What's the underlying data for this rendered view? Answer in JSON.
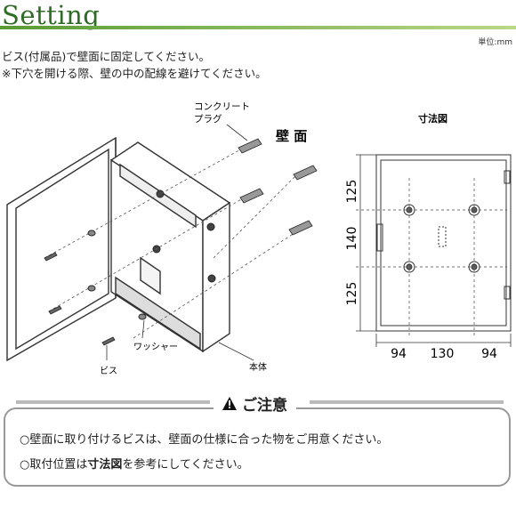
{
  "title": "Setting",
  "unit": "単位:mm",
  "instructions": [
    "ビス(付属品)で壁面に固定してください。",
    "※下穴を開ける際、壁の中の配線を避けてください。"
  ],
  "figure": {
    "plug_label_1": "コンクリート",
    "plug_label_2": "プラグ",
    "wall_label": "壁 面",
    "washer_label": "ワッシャー",
    "screw_label": "ビス",
    "body_label": "本体",
    "dimension_title": "寸法図",
    "vertical_dims": [
      "125",
      "140",
      "125"
    ],
    "horizontal_dims": [
      "94",
      "130",
      "94"
    ]
  },
  "caution": {
    "heading": "ご注意",
    "items": [
      "○壁面に取り付けるビスは、壁面の仕様に合った物をご用意ください。"
    ],
    "item2_prefix": "○取付位置は",
    "item2_bold": "寸法図",
    "item2_suffix": "を参考にしてください。"
  },
  "colors": {
    "title": "#2e6b24",
    "accent": "#5a9a34"
  }
}
